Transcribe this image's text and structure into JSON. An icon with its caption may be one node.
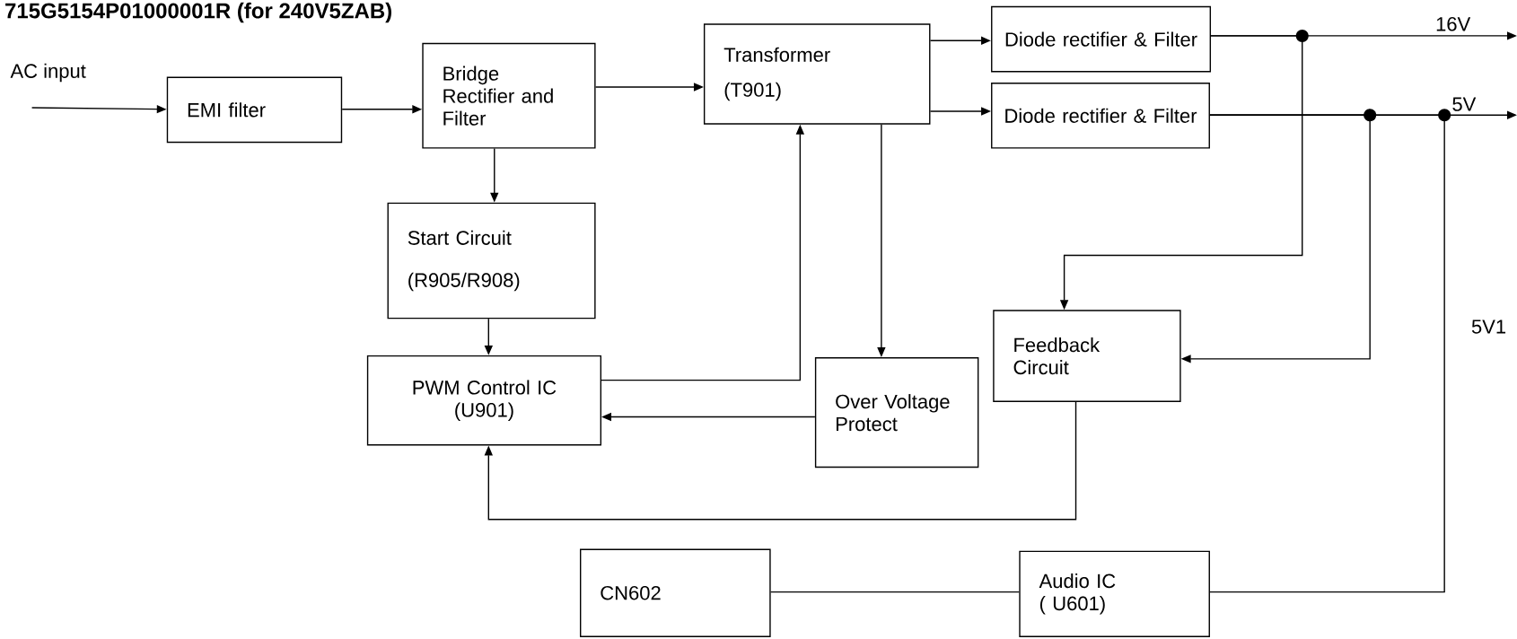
{
  "diagram": {
    "title": "715G5154P01000001R (for 240V5ZAB)",
    "nodes": [
      {
        "text": [
          "AC input"
        ]
      },
      {
        "text": [
          "EMI filter"
        ]
      },
      {
        "text": [
          "Bridge Rectifier and Filter"
        ]
      },
      {
        "text": [
          "Transformer",
          "(T901)"
        ]
      },
      {
        "text": [
          "Diode rectifier & Filter"
        ]
      },
      {
        "text": [
          "Diode rectifier & Filter"
        ]
      },
      {
        "text": [
          "Start Circuit",
          "(R905/R908)"
        ]
      },
      {
        "text": [
          "PWM Control IC",
          "(U901)"
        ]
      },
      {
        "text": [
          "Over Voltage Protect"
        ]
      },
      {
        "text": [
          "Feedback Circuit"
        ]
      },
      {
        "text": [
          "CN602"
        ]
      },
      {
        "text": [
          "Audio IC",
          "( U601)"
        ]
      }
    ],
    "edges": [
      {
        "from": 0,
        "to": 1,
        "arrow": "to"
      },
      {
        "from": 1,
        "to": 2,
        "arrow": "to"
      },
      {
        "from": 2,
        "to": 3,
        "arrow": "to"
      },
      {
        "from": 3,
        "to": 4,
        "arrow": "to"
      },
      {
        "from": 3,
        "to": 5,
        "arrow": "to"
      },
      {
        "from": 2,
        "to": 6,
        "arrow": "to"
      },
      {
        "from": 6,
        "to": 7,
        "arrow": "to"
      },
      {
        "from": 7,
        "to": 3,
        "arrow": "to"
      },
      {
        "from": 3,
        "to": 8,
        "arrow": "to"
      },
      {
        "from": 8,
        "to": 7,
        "arrow": "to"
      },
      {
        "from": 9,
        "to": 7,
        "arrow": "to"
      },
      {
        "from": 4,
        "to": null,
        "arrow": "to"
      },
      {
        "from": 5,
        "to": null,
        "arrow": "to"
      },
      {
        "from": 4,
        "to": 9,
        "arrow": "to"
      },
      {
        "from": 5,
        "to": 9,
        "arrow": "to"
      },
      {
        "from": 5,
        "to": 11,
        "arrow": "none"
      },
      {
        "from": 11,
        "to": 10,
        "arrow": "none"
      }
    ],
    "labels": [
      "16V",
      "5V",
      "5V1"
    ]
  }
}
